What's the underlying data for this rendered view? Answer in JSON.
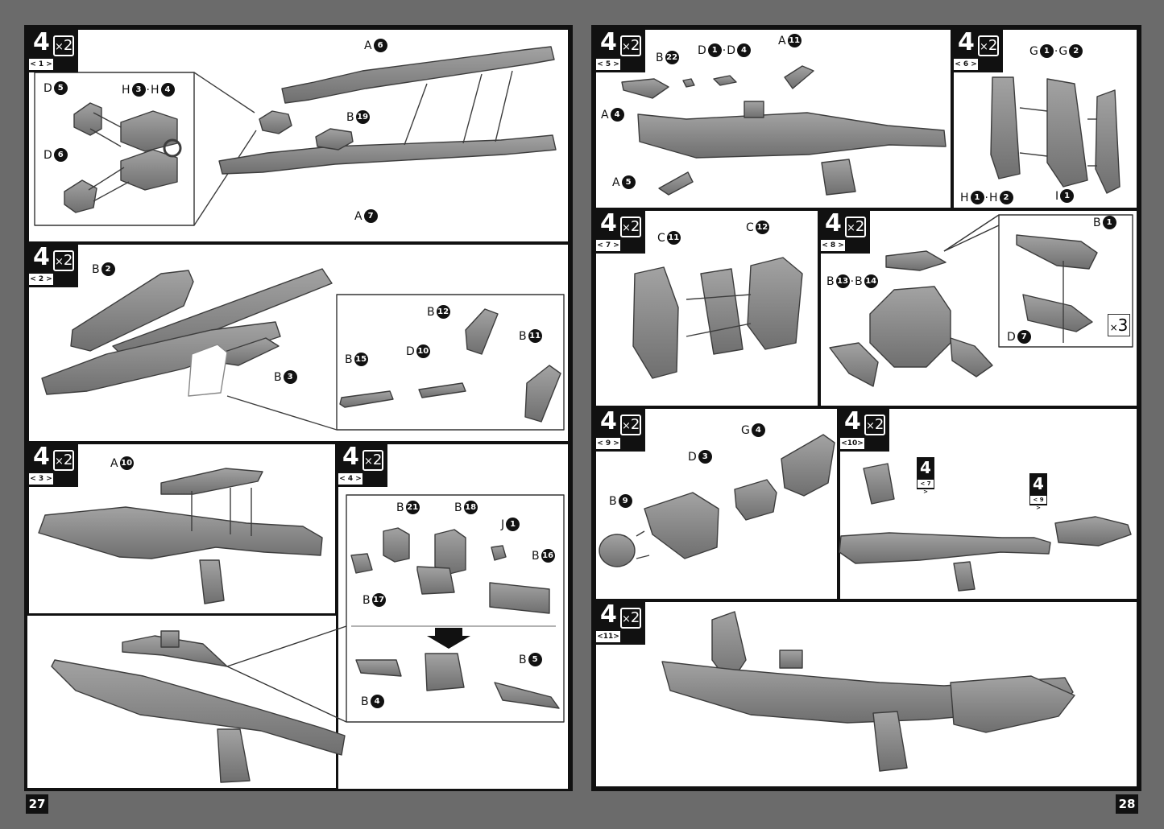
{
  "pages": {
    "left": {
      "number": "27"
    },
    "right": {
      "number": "28"
    }
  },
  "steps": [
    {
      "id": "1",
      "step": "4",
      "multiplier": "2",
      "sub": "< 1 >"
    },
    {
      "id": "2",
      "step": "4",
      "multiplier": "2",
      "sub": "< 2 >"
    },
    {
      "id": "3",
      "step": "4",
      "multiplier": "2",
      "sub": "< 3 >"
    },
    {
      "id": "4",
      "step": "4",
      "multiplier": "2",
      "sub": "< 4 >"
    },
    {
      "id": "5",
      "step": "4",
      "multiplier": "2",
      "sub": "< 5 >"
    },
    {
      "id": "6",
      "step": "4",
      "multiplier": "2",
      "sub": "< 6 >"
    },
    {
      "id": "7",
      "step": "4",
      "multiplier": "2",
      "sub": "< 7 >"
    },
    {
      "id": "8",
      "step": "4",
      "multiplier": "2",
      "sub": "< 8 >"
    },
    {
      "id": "9",
      "step": "4",
      "multiplier": "2",
      "sub": "< 9 >"
    },
    {
      "id": "10",
      "step": "4",
      "multiplier": "2",
      "sub": "<10>"
    },
    {
      "id": "11",
      "step": "4",
      "multiplier": "2",
      "sub": "<11>"
    }
  ],
  "mini_refs": [
    {
      "step": "4",
      "sub": "< 7 >"
    },
    {
      "step": "4",
      "sub": "< 9 >"
    }
  ],
  "quantity_mark": {
    "times": "×",
    "count": "3"
  },
  "parts": {
    "p1_A6": {
      "letter": "A",
      "num": "6"
    },
    "p1_D5": {
      "letter": "D",
      "num": "5"
    },
    "p1_H3H4": {
      "letter": "H",
      "num": "3",
      "letter2": "H",
      "num2": "4"
    },
    "p1_D6": {
      "letter": "D",
      "num": "6"
    },
    "p1_B19": {
      "letter": "B",
      "num": "19"
    },
    "p1_A7": {
      "letter": "A",
      "num": "7"
    },
    "p2_B2": {
      "letter": "B",
      "num": "2"
    },
    "p2_B3": {
      "letter": "B",
      "num": "3"
    },
    "p2_B12": {
      "letter": "B",
      "num": "12"
    },
    "p2_B11": {
      "letter": "B",
      "num": "11"
    },
    "p2_B15": {
      "letter": "B",
      "num": "15"
    },
    "p2_D10": {
      "letter": "D",
      "num": "10"
    },
    "p3_A10": {
      "letter": "A",
      "num": "10"
    },
    "p4_B21": {
      "letter": "B",
      "num": "21"
    },
    "p4_B18": {
      "letter": "B",
      "num": "18"
    },
    "p4_J1": {
      "letter": "J",
      "num": "1"
    },
    "p4_B16": {
      "letter": "B",
      "num": "16"
    },
    "p4_B17": {
      "letter": "B",
      "num": "17"
    },
    "p4_B5": {
      "letter": "B",
      "num": "5"
    },
    "p4_B4": {
      "letter": "B",
      "num": "4"
    },
    "p5_B22": {
      "letter": "B",
      "num": "22"
    },
    "p5_D1D4": {
      "letter": "D",
      "num": "1",
      "letter2": "D",
      "num2": "4"
    },
    "p5_A11": {
      "letter": "A",
      "num": "11"
    },
    "p5_A4": {
      "letter": "A",
      "num": "4"
    },
    "p5_A5": {
      "letter": "A",
      "num": "5"
    },
    "p6_G1G2": {
      "letter": "G",
      "num": "1",
      "letter2": "G",
      "num2": "2"
    },
    "p6_H1H2": {
      "letter": "H",
      "num": "1",
      "letter2": "H",
      "num2": "2"
    },
    "p6_I1": {
      "letter": "I",
      "num": "1"
    },
    "p7_C11": {
      "letter": "C",
      "num": "11"
    },
    "p7_C12": {
      "letter": "C",
      "num": "12"
    },
    "p8_B1": {
      "letter": "B",
      "num": "1"
    },
    "p8_B13B14": {
      "letter": "B",
      "num": "13",
      "letter2": "B",
      "num2": "14"
    },
    "p8_D7": {
      "letter": "D",
      "num": "7"
    },
    "p9_G4": {
      "letter": "G",
      "num": "4"
    },
    "p9_D3": {
      "letter": "D",
      "num": "3"
    },
    "p9_B9": {
      "letter": "B",
      "num": "9"
    }
  },
  "colors": {
    "background": "#6b6b6b",
    "part": "#8a8a8a",
    "part_dark": "#5f5f5f",
    "ink": "#111111"
  }
}
